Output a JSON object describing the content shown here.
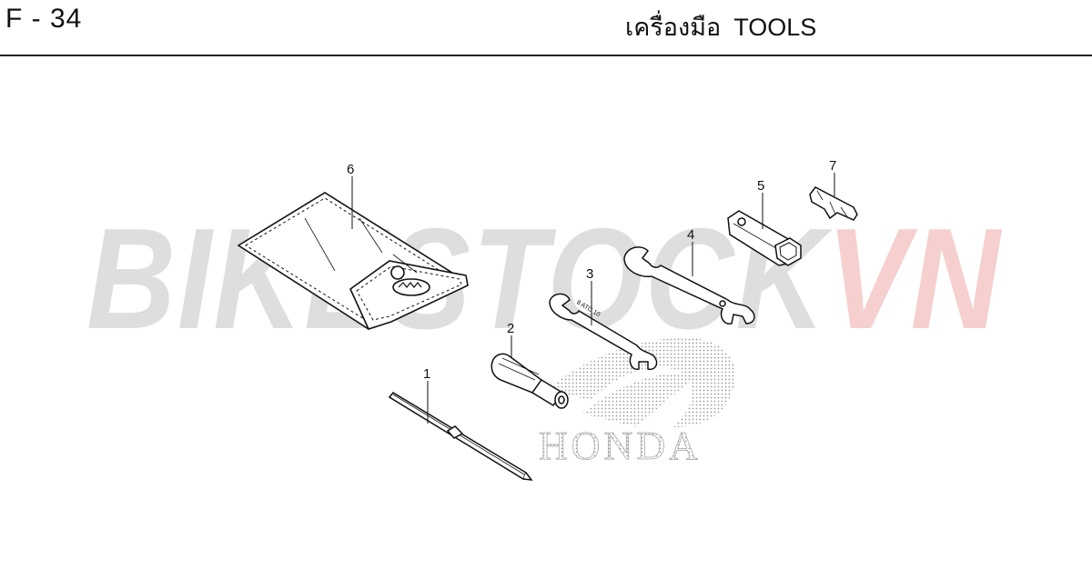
{
  "header": {
    "page_code": "F - 34",
    "title_th": "เครื่องมือ",
    "title_en": "TOOLS"
  },
  "watermark": {
    "part1": "BIKESTOCK",
    "part2": "VN",
    "color_grey": "#dedede",
    "color_red": "#f6cfcf"
  },
  "logo": {
    "text": "HONDA"
  },
  "callouts": [
    {
      "id": "1",
      "part": "screwdriver"
    },
    {
      "id": "2",
      "part": "screwdriver-handle"
    },
    {
      "id": "3",
      "part": "open-end-wrench-8x10"
    },
    {
      "id": "4",
      "part": "open-end-wrench-14x17"
    },
    {
      "id": "5",
      "part": "box-wrench"
    },
    {
      "id": "6",
      "part": "tool-bag"
    },
    {
      "id": "7",
      "part": "fuse-puller"
    }
  ],
  "part_markings": {
    "wrench3": "8 ATC 10"
  }
}
